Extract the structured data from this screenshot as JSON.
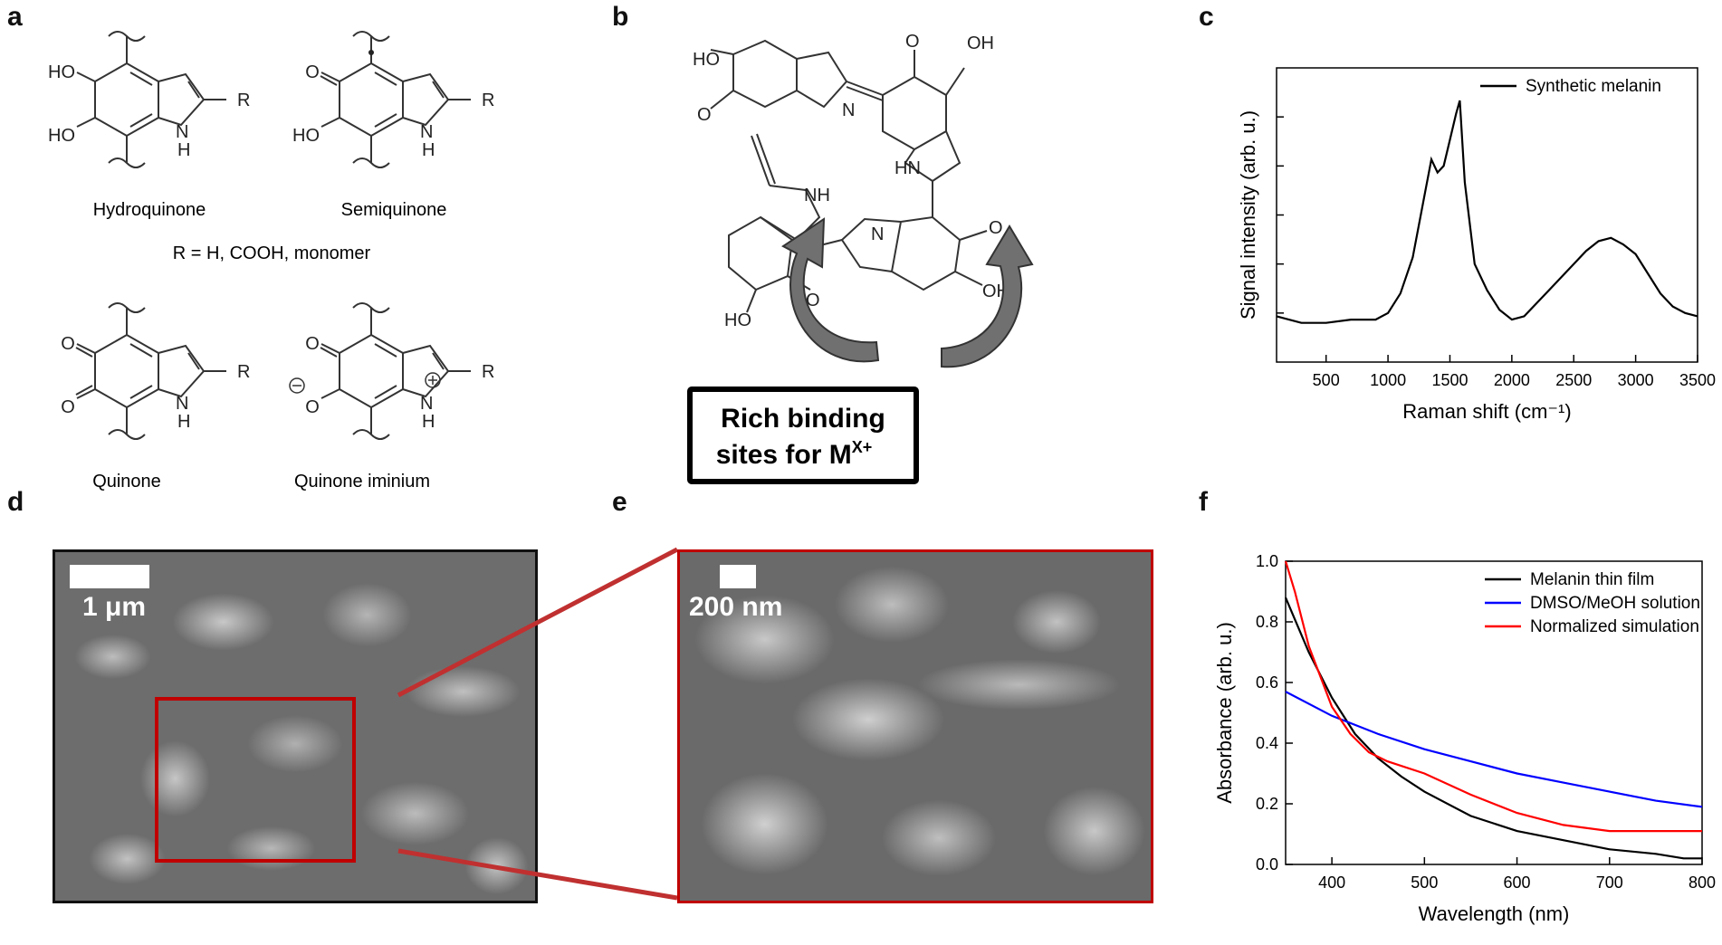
{
  "panels": {
    "a": {
      "letter": "a",
      "structures": [
        {
          "name": "Hydroquinone",
          "subs": [
            "HO",
            "HO",
            "R",
            "N",
            "H"
          ]
        },
        {
          "name": "Semiquinone",
          "subs": [
            "O",
            "HO",
            "R",
            "N",
            "H"
          ]
        },
        {
          "name": "Quinone",
          "subs": [
            "O",
            "O",
            "R",
            "N",
            "H"
          ]
        },
        {
          "name": "Quinone iminium",
          "subs": [
            "O",
            "O",
            "R",
            "N",
            "H"
          ]
        }
      ],
      "r_definition": "R = H, COOH, monomer"
    },
    "b": {
      "letter": "b",
      "labels": {
        "ho_top_left": "HO",
        "o_left": "O",
        "n_top": "N",
        "o_top": "O",
        "oh_top_right": "OH",
        "hn_right": "HN",
        "nh_left": "NH",
        "n_mid": "N",
        "o_mid_right": "O",
        "oh_bottom_right": "OH",
        "ho_bottom_left": "HO",
        "o_bottom": "O"
      },
      "box_line1": "Rich binding",
      "box_line2": "sites for M",
      "box_superscript": "X+"
    },
    "c": {
      "letter": "c"
    },
    "d": {
      "letter": "d",
      "scale_label": "1 μm"
    },
    "e": {
      "letter": "e",
      "scale_label": "200 nm"
    },
    "f": {
      "letter": "f"
    }
  },
  "chart_data": [
    {
      "type": "line",
      "panel": "c",
      "xlabel": "Raman shift (cm⁻¹)",
      "ylabel": "Signal intensity (arb. u.)",
      "xlim": [
        100,
        3500
      ],
      "x_ticks": [
        500,
        1000,
        1500,
        2000,
        2500,
        3000,
        3500
      ],
      "legend_position": "top-right",
      "series": [
        {
          "name": "Synthetic melanin",
          "color": "#000000",
          "x": [
            100,
            300,
            500,
            700,
            900,
            1000,
            1100,
            1200,
            1300,
            1350,
            1400,
            1450,
            1500,
            1550,
            1580,
            1620,
            1700,
            1800,
            1900,
            2000,
            2100,
            2200,
            2300,
            2400,
            2500,
            2600,
            2700,
            2800,
            2900,
            3000,
            3100,
            3200,
            3300,
            3400,
            3500
          ],
          "y": [
            0.14,
            0.12,
            0.12,
            0.13,
            0.13,
            0.15,
            0.21,
            0.32,
            0.52,
            0.62,
            0.58,
            0.6,
            0.68,
            0.76,
            0.8,
            0.55,
            0.3,
            0.22,
            0.16,
            0.13,
            0.14,
            0.18,
            0.22,
            0.26,
            0.3,
            0.34,
            0.37,
            0.38,
            0.36,
            0.33,
            0.27,
            0.21,
            0.17,
            0.15,
            0.14
          ]
        }
      ]
    },
    {
      "type": "line",
      "panel": "f",
      "xlabel": "Wavelength (nm)",
      "ylabel": "Absorbance (arb. u.)",
      "xlim": [
        350,
        800
      ],
      "ylim": [
        0.0,
        1.0
      ],
      "x_ticks": [
        400,
        500,
        600,
        700,
        800
      ],
      "y_ticks": [
        0.0,
        0.2,
        0.4,
        0.6,
        0.8,
        1.0
      ],
      "legend_position": "top-right",
      "series": [
        {
          "name": "Melanin thin film",
          "color": "#000000",
          "x": [
            350,
            375,
            400,
            425,
            450,
            475,
            500,
            550,
            600,
            650,
            700,
            750,
            780,
            800
          ],
          "y": [
            0.88,
            0.7,
            0.55,
            0.43,
            0.35,
            0.29,
            0.24,
            0.16,
            0.11,
            0.08,
            0.05,
            0.035,
            0.02,
            0.02
          ]
        },
        {
          "name": "DMSO/MeOH solution",
          "color": "#0000ff",
          "x": [
            350,
            400,
            450,
            500,
            550,
            600,
            650,
            700,
            750,
            800
          ],
          "y": [
            0.57,
            0.49,
            0.43,
            0.38,
            0.34,
            0.3,
            0.27,
            0.24,
            0.21,
            0.19
          ]
        },
        {
          "name": "Normalized simulation",
          "color": "#ff0000",
          "x": [
            350,
            360,
            375,
            400,
            420,
            440,
            460,
            500,
            550,
            600,
            650,
            700,
            750,
            800
          ],
          "y": [
            1.0,
            0.9,
            0.72,
            0.52,
            0.43,
            0.37,
            0.34,
            0.3,
            0.23,
            0.17,
            0.13,
            0.11,
            0.11,
            0.11
          ]
        }
      ]
    }
  ]
}
